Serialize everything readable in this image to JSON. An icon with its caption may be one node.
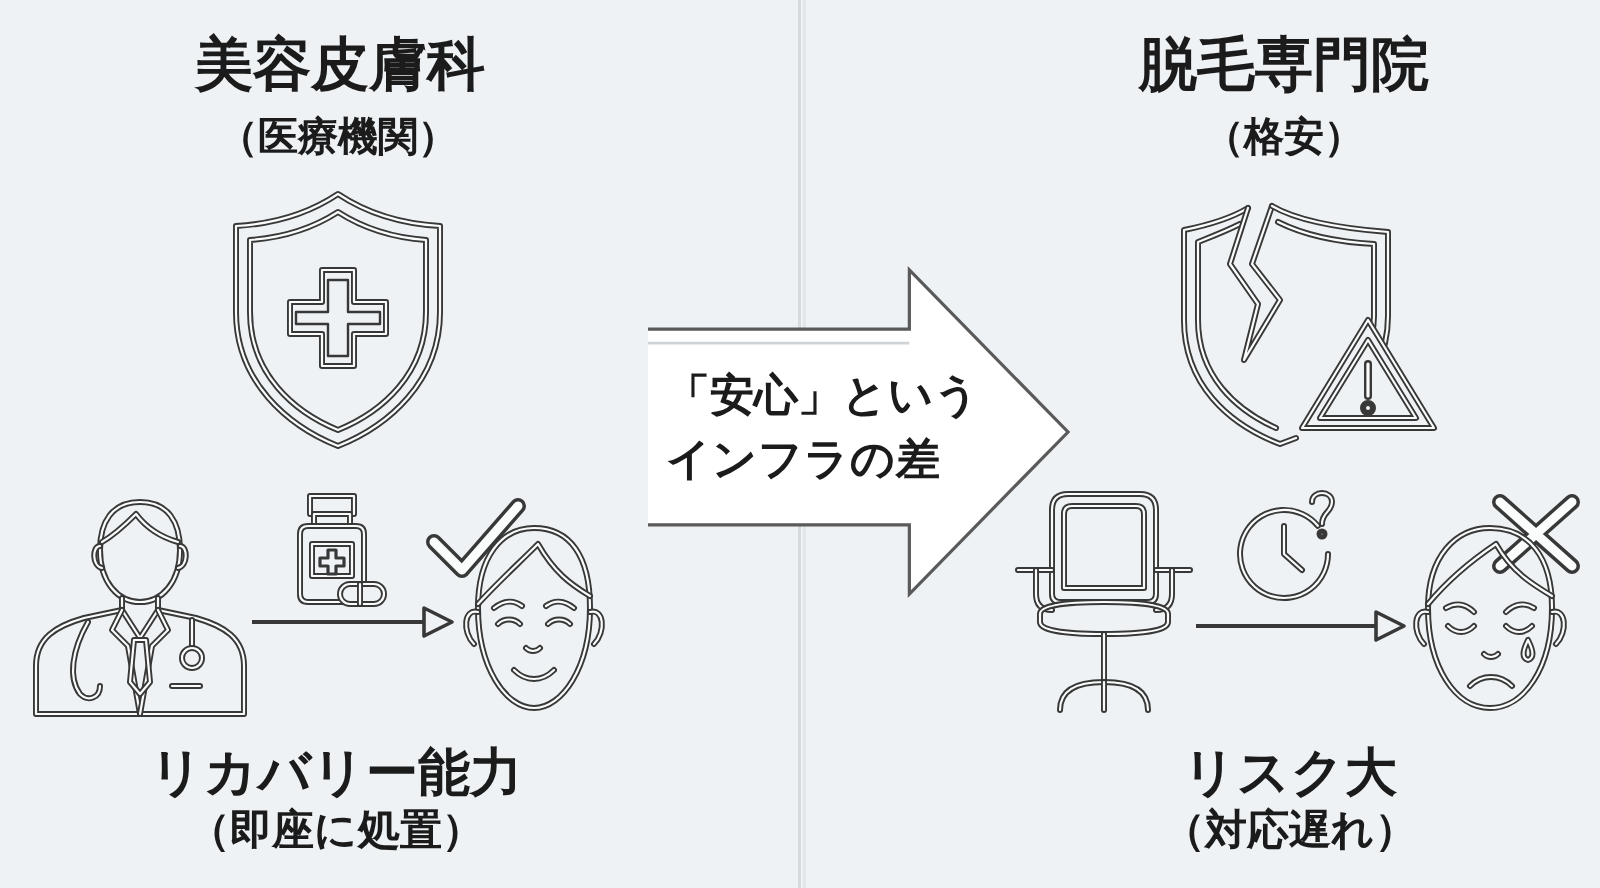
{
  "diagram": {
    "nodes": [
      {
        "text": [],
        "shape": "picture"
      },
      {
        "text": [],
        "shape": "picture"
      },
      {
        "text": [
          "「安心」というインフラの差"
        ]
      },
      {
        "text": [],
        "shape": "picture"
      },
      {
        "text": [],
        "shape": "picture"
      }
    ],
    "edges": [
      {
        "from": 0,
        "to": 1,
        "arrow": "to"
      },
      {
        "from": 3,
        "to": 4,
        "arrow": "to"
      }
    ],
    "labels": [
      "美容皮膚科",
      "（医療機関）",
      "リカバリー能力",
      "（即座に処置）",
      "脱毛専門院",
      "（格安）",
      "リスク大",
      "（対応遅れ）"
    ]
  }
}
